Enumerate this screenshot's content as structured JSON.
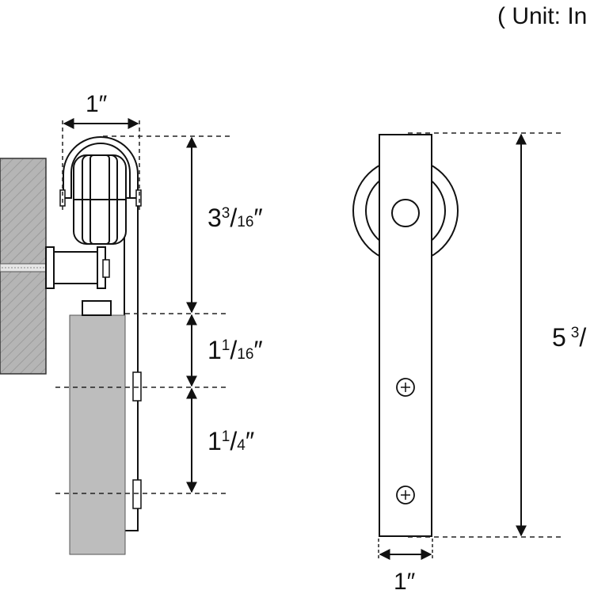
{
  "unit_note": "( Unit: In",
  "side_view": {
    "top_width": "1″",
    "d1": {
      "whole": "3",
      "num": "3",
      "den": "16",
      "mark": "″"
    },
    "d2": {
      "whole": "1",
      "num": "1",
      "den": "16",
      "mark": "″"
    },
    "d3": {
      "whole": "1",
      "num": "1",
      "den": "4",
      "mark": "″"
    }
  },
  "front_view": {
    "height": {
      "whole": "5",
      "num": "3",
      "den": "",
      "mark": ""
    },
    "bottom_width": "1″"
  },
  "colors": {
    "line": "#1a1a1a",
    "wood": "#b9b9b9",
    "door": "#bdbdbd",
    "dash": "#222222"
  }
}
